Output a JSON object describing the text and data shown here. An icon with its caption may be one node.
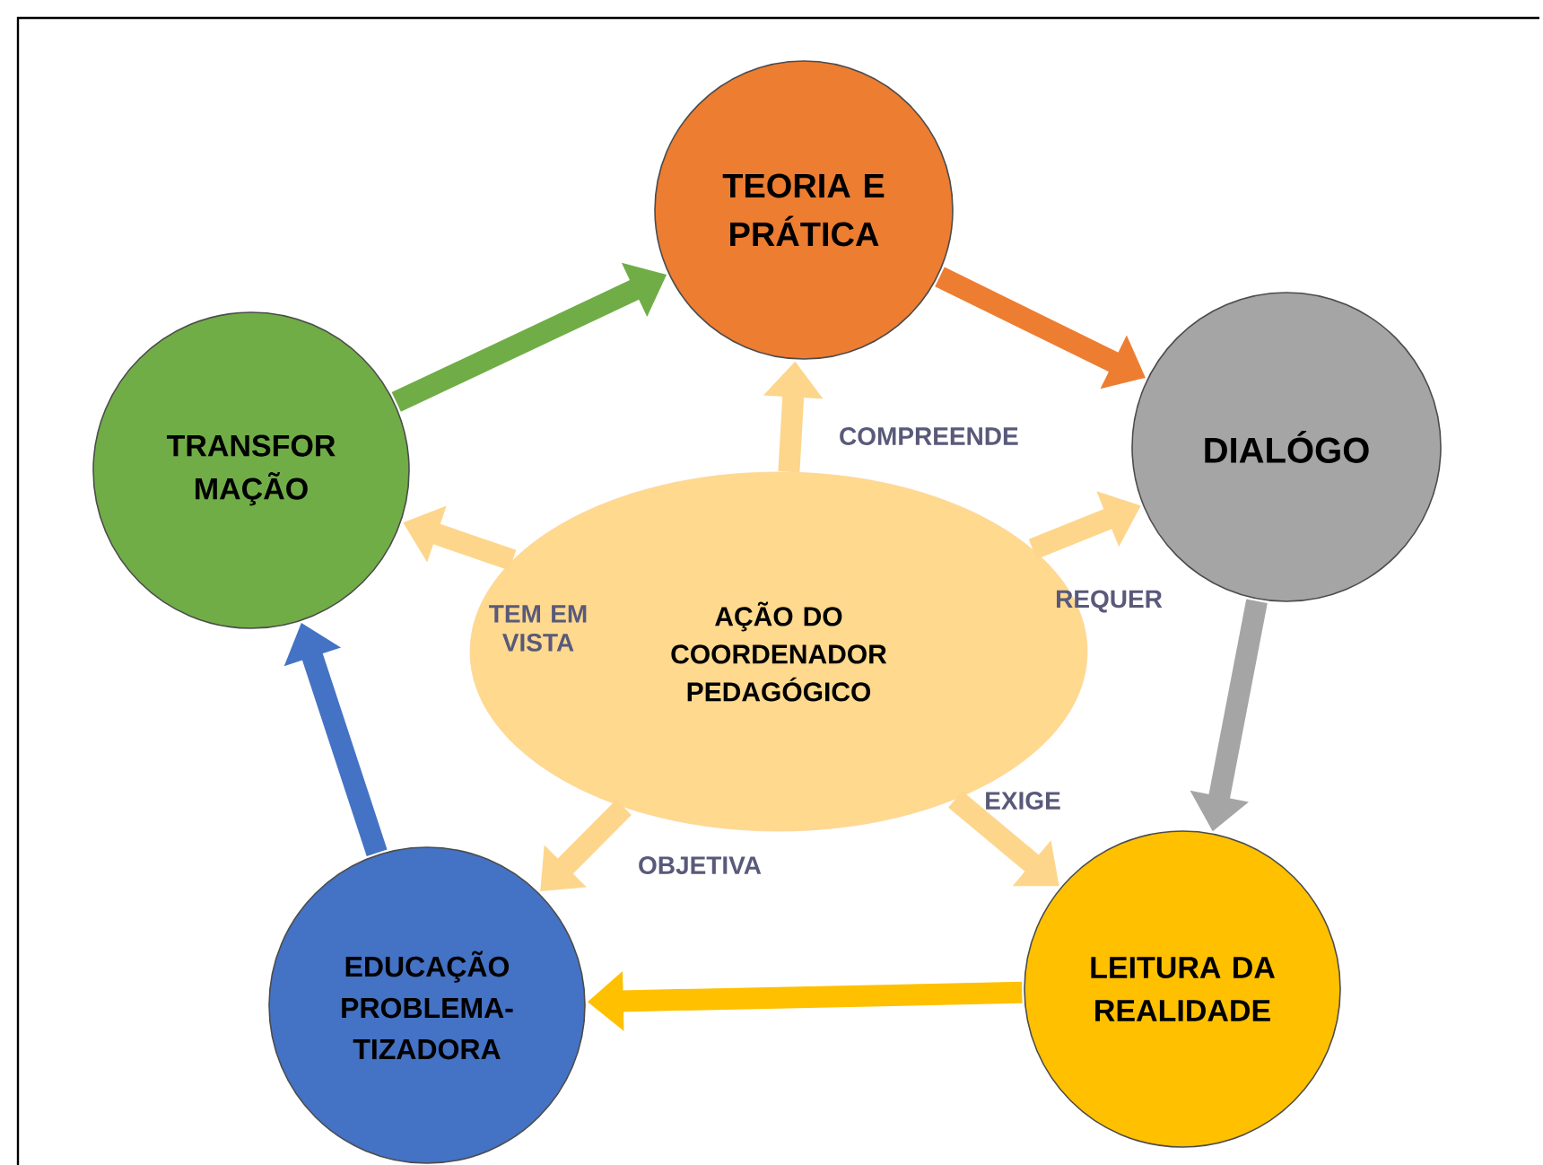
{
  "diagram": {
    "nodes": [
      {
        "text": [
          "AÇÃO DO COORDENADOR PEDAGÓGICO"
        ]
      },
      {
        "text": [
          "TEORIA E PRÁTICA"
        ]
      },
      {
        "text": [
          "DIALÓGO"
        ]
      },
      {
        "text": [
          "LEITURA DA REALIDADE"
        ]
      },
      {
        "text": [
          "EDUCAÇÃO PROBLEMA- TIZADORA"
        ]
      },
      {
        "text": [
          "TRANSFOR MAÇÃO"
        ]
      }
    ],
    "edges": [
      {
        "from": 0,
        "to": 1,
        "arrow": "to",
        "label": "COMPREENDE",
        "color": "#fdd68c"
      },
      {
        "from": 0,
        "to": 2,
        "arrow": "to",
        "label": "REQUER",
        "color": "#fdd68c"
      },
      {
        "from": 0,
        "to": 3,
        "arrow": "to",
        "label": "EXIGE",
        "color": "#fdd68c"
      },
      {
        "from": 0,
        "to": 4,
        "arrow": "to",
        "label": "OBJETIVA",
        "color": "#fdd68c"
      },
      {
        "from": 0,
        "to": 5,
        "arrow": "to",
        "label": "TEM EM VISTA",
        "color": "#fdd68c"
      },
      {
        "from": 1,
        "to": 2,
        "arrow": "to",
        "color": "#ed7d31"
      },
      {
        "from": 2,
        "to": 3,
        "arrow": "to",
        "color": "#a5a5a5"
      },
      {
        "from": 3,
        "to": 4,
        "arrow": "to",
        "color": "#ffc000"
      },
      {
        "from": 4,
        "to": 5,
        "arrow": "to",
        "color": "#4472c4"
      },
      {
        "from": 5,
        "to": 1,
        "arrow": "to",
        "color": "#70ad47"
      }
    ]
  }
}
